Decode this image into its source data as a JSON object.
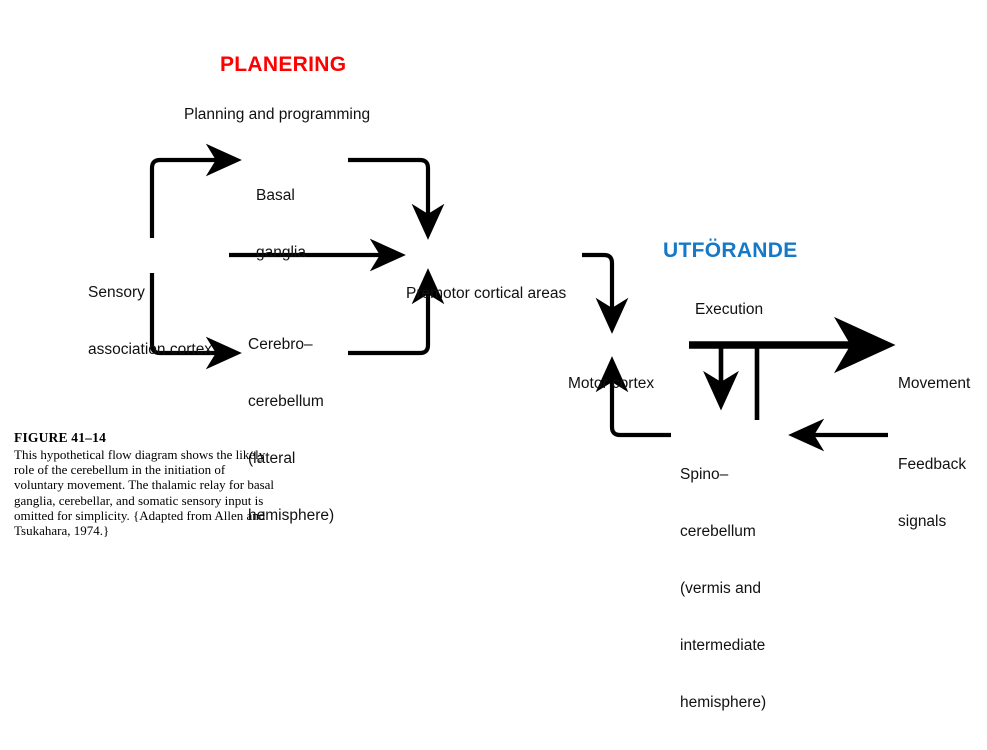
{
  "figure": {
    "phases": [
      {
        "id": "planning",
        "label": "PLANERING",
        "color": "#FF0000"
      },
      {
        "id": "execution",
        "label": "UTFÖRANDE",
        "color": "#1579C8"
      }
    ],
    "section_labels": [
      {
        "id": "planning-sub",
        "text": "Planning and programming"
      },
      {
        "id": "execution-sub",
        "text": "Execution"
      }
    ],
    "nodes": [
      {
        "id": "sensory",
        "lines": [
          "Sensory",
          "association cortex"
        ]
      },
      {
        "id": "basal",
        "lines": [
          "Basal",
          "ganglia"
        ]
      },
      {
        "id": "cerebro",
        "lines": [
          "Cerebro–",
          "cerebellum",
          "(lateral",
          "hemisphere)"
        ]
      },
      {
        "id": "premotor",
        "lines": [
          "Premotor cortical areas"
        ]
      },
      {
        "id": "motor",
        "lines": [
          "Motor cortex"
        ]
      },
      {
        "id": "spino",
        "lines": [
          "Spino–",
          "cerebellum",
          "(vermis and",
          "intermediate",
          "hemisphere)"
        ]
      },
      {
        "id": "movement",
        "lines": [
          "Movement"
        ]
      },
      {
        "id": "feedback",
        "lines": [
          "Feedback",
          "signals"
        ]
      }
    ],
    "edges": [
      {
        "id": "sensory-to-basal",
        "from": "sensory",
        "to": "basal",
        "arrowhead": true
      },
      {
        "id": "sensory-to-premotor",
        "from": "sensory",
        "to": "premotor",
        "arrowhead": true
      },
      {
        "id": "sensory-to-cerebro",
        "from": "sensory",
        "to": "cerebro",
        "arrowhead": true
      },
      {
        "id": "basal-to-premotor",
        "from": "basal",
        "to": "premotor",
        "arrowhead": true
      },
      {
        "id": "cerebro-to-premotor",
        "from": "cerebro",
        "to": "premotor",
        "arrowhead": true
      },
      {
        "id": "premotor-to-motor",
        "from": "premotor",
        "to": "motor",
        "arrowhead": true
      },
      {
        "id": "motor-to-movement",
        "from": "motor",
        "to": "movement",
        "arrowhead": true
      },
      {
        "id": "motor-to-spino",
        "from": "motor",
        "to": "spino",
        "arrowhead": true
      },
      {
        "id": "spino-to-motorline",
        "from": "spino",
        "to": "motor",
        "arrowhead": false
      },
      {
        "id": "spino-to-motor",
        "from": "spino",
        "to": "motor",
        "arrowhead": true
      },
      {
        "id": "feedback-to-spino",
        "from": "feedback",
        "to": "spino",
        "arrowhead": true
      }
    ],
    "caption": {
      "heading": "FIGURE  41–14",
      "body": "This hypothetical flow diagram shows the likely role of the cerebellum in the initiation of voluntary movement. The thalamic relay for basal ganglia, cerebellar, and somatic sensory input is omitted for simplicity. {Adapted from Allen and Tsukahara, 1974.}"
    },
    "style": {
      "stroke": "#000000",
      "background": "#FFFFFF"
    }
  }
}
